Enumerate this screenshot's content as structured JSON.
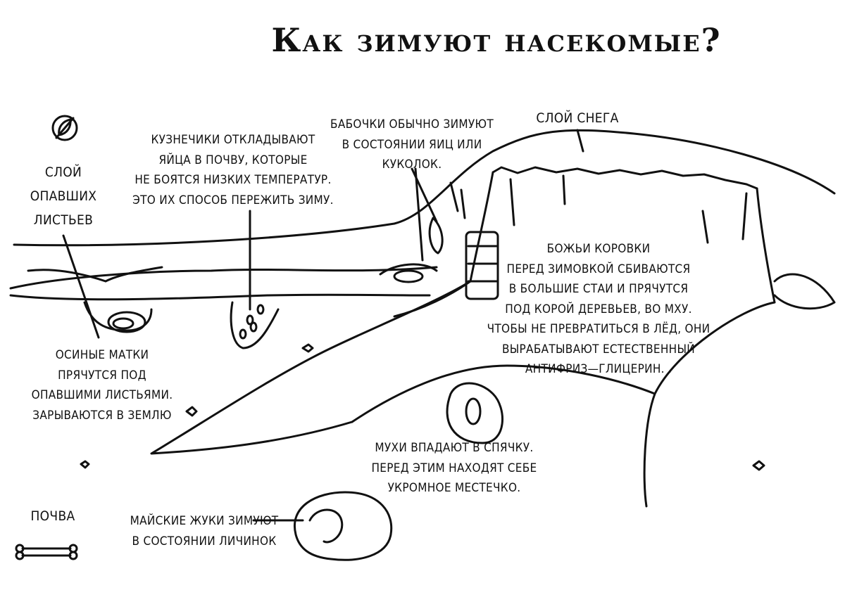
{
  "title": "Как зимуют насекомые?",
  "labels": {
    "snow": "СЛОЙ СНЕГА",
    "leaves": [
      "СЛОЙ",
      "ОПАВШИХ",
      "ЛИСТЬЕВ"
    ],
    "soil": "ПОЧВА"
  },
  "notes": {
    "grasshoppers": [
      "КУЗНЕЧИКИ ОТКЛАДЫВАЮТ",
      "ЯЙЦА В ПОЧВУ, КОТОРЫЕ",
      "НЕ БОЯТСЯ НИЗКИХ ТЕМПЕРАТУР.",
      "ЭТО ИХ СПОСОБ ПЕРЕЖИТЬ ЗИМУ."
    ],
    "butterflies": [
      "БАБОЧКИ ОБЫЧНО ЗИМУЮТ",
      "В СОСТОЯНИИ ЯИЦ ИЛИ",
      "КУКОЛОК."
    ],
    "ladybugs": [
      "БОЖЬИ КОРОВКИ",
      "ПЕРЕД ЗИМОВКОЙ СБИВАЮТСЯ",
      "В БОЛЬШИЕ СТАИ И ПРЯЧУТСЯ",
      "ПОД КОРОЙ ДЕРЕВЬЕВ, ВО МХУ.",
      "ЧТОБЫ НЕ ПРЕВРАТИТЬСЯ В ЛЁД, ОНИ",
      "ВЫРАБАТЫВАЮТ ЕСТЕСТВЕННЫЙ",
      "АНТИФРИЗ—ГЛИЦЕРИН. ."
    ],
    "wasps": [
      "ОСИНЫЕ МАТКИ",
      "ПРЯЧУТСЯ ПОД",
      "ОПАВШИМИ ЛИСТЬЯМИ.",
      "ЗАРЫВАЮТСЯ В ЗЕМЛЮ"
    ],
    "flies": [
      "МУХИ ВПАДАЮТ В СПЯЧКУ.",
      "ПЕРЕД ЭТИМ НАХОДЯТ СЕБЕ",
      "УКРОМНОЕ МЕСТЕЧКО."
    ],
    "beetles": [
      "МАЙСКИЕ ЖУКИ ЗИМУЮТ",
      "В СОСТОЯНИИ ЛИЧИНОК"
    ]
  },
  "icons": [
    "no-leaf-icon",
    "bone-icon"
  ]
}
